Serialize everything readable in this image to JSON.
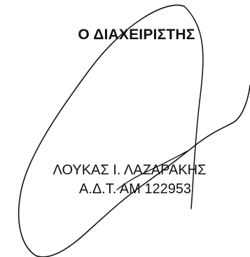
{
  "document": {
    "title": "Ο ΔΙΑΧΕΙΡΙΣΤΗΣ",
    "signatory_name": "ΛΟΥΚΑΣ Ι. ΛΑΖΑΡΑΚΗΣ",
    "id_line": "Α.Δ.Τ. ΑΜ 122953"
  },
  "signature": {
    "ink_color": "#111111"
  }
}
